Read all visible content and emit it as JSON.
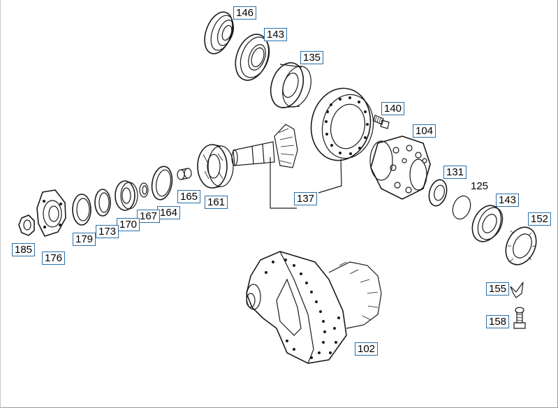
{
  "diagram": {
    "part_labels": [
      {
        "id": "p146",
        "text": "146"
      },
      {
        "id": "p143a",
        "text": "143"
      },
      {
        "id": "p135",
        "text": "135"
      },
      {
        "id": "p140",
        "text": "140"
      },
      {
        "id": "p104",
        "text": "104"
      },
      {
        "id": "p131",
        "text": "131"
      },
      {
        "id": "p125",
        "text": "125"
      },
      {
        "id": "p143b",
        "text": "143"
      },
      {
        "id": "p152",
        "text": "152"
      },
      {
        "id": "p165",
        "text": "165"
      },
      {
        "id": "p161",
        "text": "161"
      },
      {
        "id": "p137",
        "text": "137"
      },
      {
        "id": "p164",
        "text": "164"
      },
      {
        "id": "p167",
        "text": "167"
      },
      {
        "id": "p170",
        "text": "170"
      },
      {
        "id": "p173",
        "text": "173"
      },
      {
        "id": "p179",
        "text": "179"
      },
      {
        "id": "p176",
        "text": "176"
      },
      {
        "id": "p185",
        "text": "185"
      },
      {
        "id": "p155",
        "text": "155"
      },
      {
        "id": "p158",
        "text": "158"
      },
      {
        "id": "p102",
        "text": "102"
      }
    ],
    "colors": {
      "label_border": "#2a6fa8",
      "line": "#1a1a1a",
      "background": "#ffffff"
    }
  }
}
